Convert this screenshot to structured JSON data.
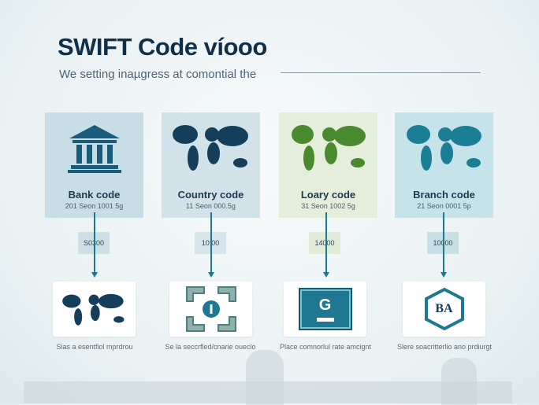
{
  "header": {
    "title": "SWIFT Code víooo",
    "subtitle": "We setting inaµgress at comontial the"
  },
  "colors": {
    "navy": "#10304a",
    "teal": "#1f7891",
    "green": "#4a8a2e"
  },
  "cards": [
    {
      "label": "Bank code",
      "code": "201 Seon 1001 5g",
      "tag": "S0300",
      "icon": "bank-icon",
      "caption": "Sias a esentfiol mprdrou"
    },
    {
      "label": "Country code",
      "code": "11 Seon 000.5g",
      "tag": "10:00",
      "icon": "world-map-icon",
      "caption": "Se la seccrfled/cnarie oueclo"
    },
    {
      "label": "Loary code",
      "code": "31 Seon 1002 5g",
      "tag": "14000",
      "icon": "world-map-icon",
      "caption": "Place comnorlul rate amcignt"
    },
    {
      "label": "Branch code",
      "code": "21 Seon 0001 5p",
      "tag": "10000",
      "icon": "world-map-icon",
      "caption": "Slere soacritterlio ano prdiurgt"
    }
  ],
  "bottom": {
    "box3_letter": "G",
    "box4_text": "BA",
    "box2_letter": "I"
  }
}
